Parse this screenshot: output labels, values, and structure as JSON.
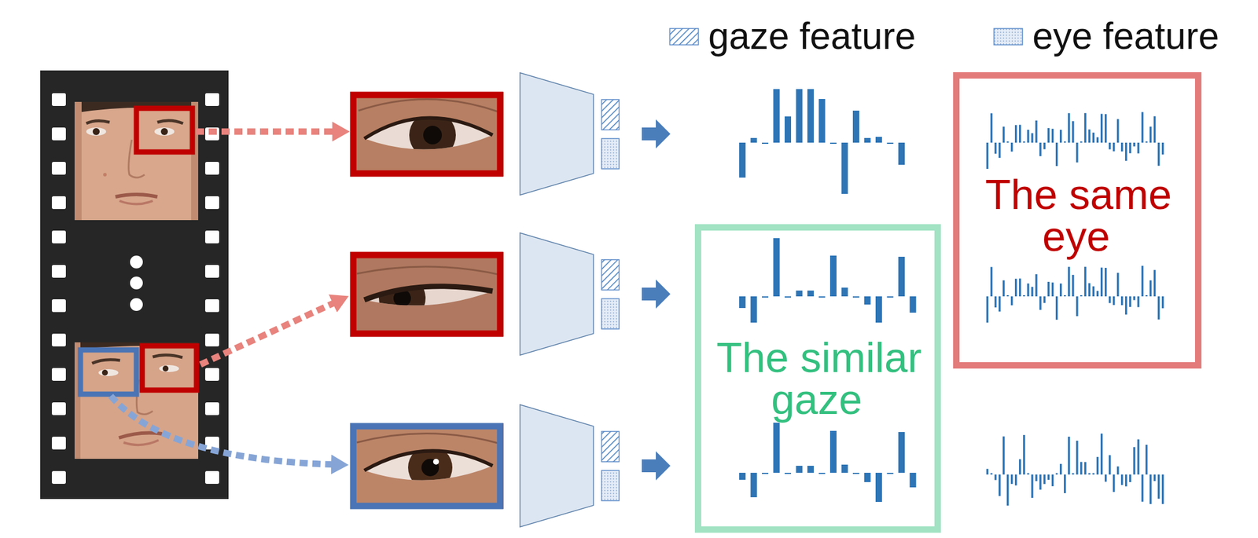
{
  "diagram": {
    "nodes": [
      {
        "text": [
          "The same eye"
        ]
      },
      {
        "text": [
          "The similar gaze"
        ]
      }
    ],
    "legend": [
      {
        "text": "gaze feature"
      },
      {
        "text": "eye feature"
      }
    ]
  }
}
